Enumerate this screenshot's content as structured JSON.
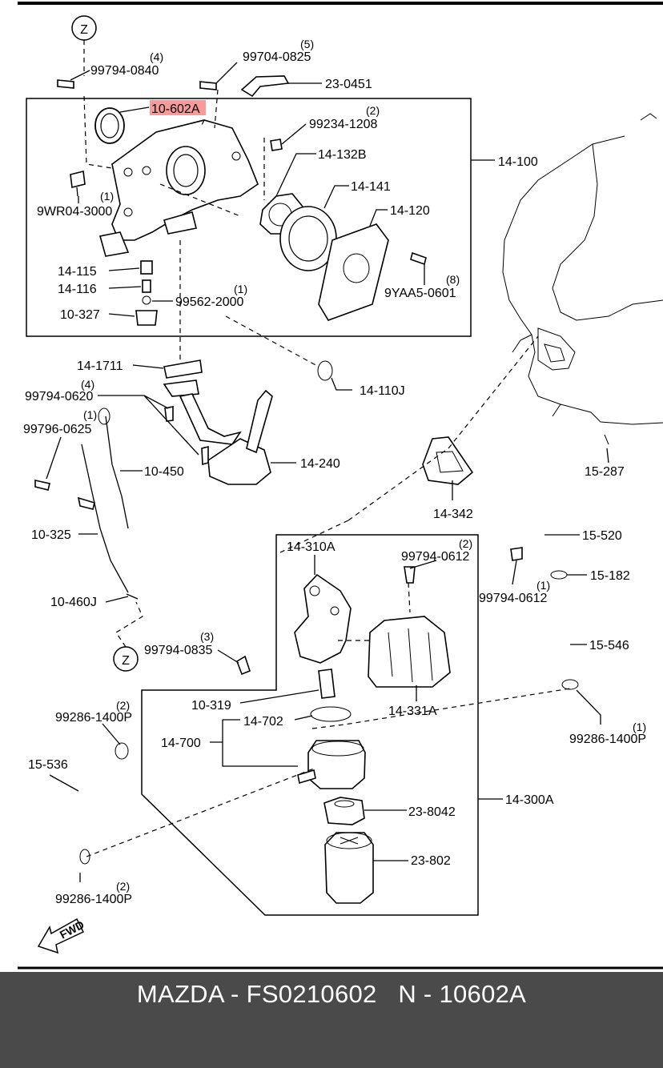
{
  "footer": {
    "caption": "MAZDA - FS0210602   N - 10602A"
  },
  "diagram": {
    "highlighted_part": "10-602A",
    "view_markers": [
      "Z",
      "Z"
    ],
    "direction_marker": "FWD",
    "labels": [
      {
        "id": "l1",
        "text": "99794-0840",
        "qty": "(4)"
      },
      {
        "id": "l2",
        "text": "99704-0825",
        "qty": "(5)"
      },
      {
        "id": "l3",
        "text": "23-0451"
      },
      {
        "id": "l4",
        "text": "10-602A"
      },
      {
        "id": "l5",
        "text": "99234-1208",
        "qty": "(2)"
      },
      {
        "id": "l6",
        "text": "14-132B"
      },
      {
        "id": "l7",
        "text": "14-100"
      },
      {
        "id": "l8",
        "text": "14-141"
      },
      {
        "id": "l9",
        "text": "9WR04-3000",
        "qty": "(1)"
      },
      {
        "id": "l10",
        "text": "14-120"
      },
      {
        "id": "l11",
        "text": "14-115"
      },
      {
        "id": "l12",
        "text": "14-116"
      },
      {
        "id": "l13",
        "text": "99562-2000",
        "qty": "(1)"
      },
      {
        "id": "l14",
        "text": "9YAA5-0601",
        "qty": "(8)"
      },
      {
        "id": "l15",
        "text": "10-327"
      },
      {
        "id": "l16",
        "text": "14-1711"
      },
      {
        "id": "l17",
        "text": "14-110J"
      },
      {
        "id": "l18",
        "text": "99794-0620",
        "qty": "(4)"
      },
      {
        "id": "l19",
        "text": "99796-0625",
        "qty": "(1)"
      },
      {
        "id": "l20",
        "text": "14-240"
      },
      {
        "id": "l21",
        "text": "10-450"
      },
      {
        "id": "l22",
        "text": "15-287"
      },
      {
        "id": "l23",
        "text": "14-342"
      },
      {
        "id": "l24",
        "text": "10-325"
      },
      {
        "id": "l25",
        "text": "14-310A"
      },
      {
        "id": "l26",
        "text": "99794-0612",
        "qty": "(2)"
      },
      {
        "id": "l27",
        "text": "15-520"
      },
      {
        "id": "l28",
        "text": "15-182"
      },
      {
        "id": "l29",
        "text": "99794-0612",
        "qty": "(1)"
      },
      {
        "id": "l30",
        "text": "10-460J"
      },
      {
        "id": "l31",
        "text": "99794-0835",
        "qty": "(3)"
      },
      {
        "id": "l32",
        "text": "15-546"
      },
      {
        "id": "l33",
        "text": "10-319"
      },
      {
        "id": "l34",
        "text": "14-331A"
      },
      {
        "id": "l35",
        "text": "99286-1400P",
        "qty": "(2)"
      },
      {
        "id": "l36",
        "text": "14-702"
      },
      {
        "id": "l37",
        "text": "99286-1400P",
        "qty": "(1)"
      },
      {
        "id": "l38",
        "text": "15-536"
      },
      {
        "id": "l39",
        "text": "14-700"
      },
      {
        "id": "l40",
        "text": "14-300A"
      },
      {
        "id": "l41",
        "text": "23-8042"
      },
      {
        "id": "l42",
        "text": "23-802"
      },
      {
        "id": "l43",
        "text": "99286-1400P",
        "qty": "(2)"
      }
    ]
  }
}
